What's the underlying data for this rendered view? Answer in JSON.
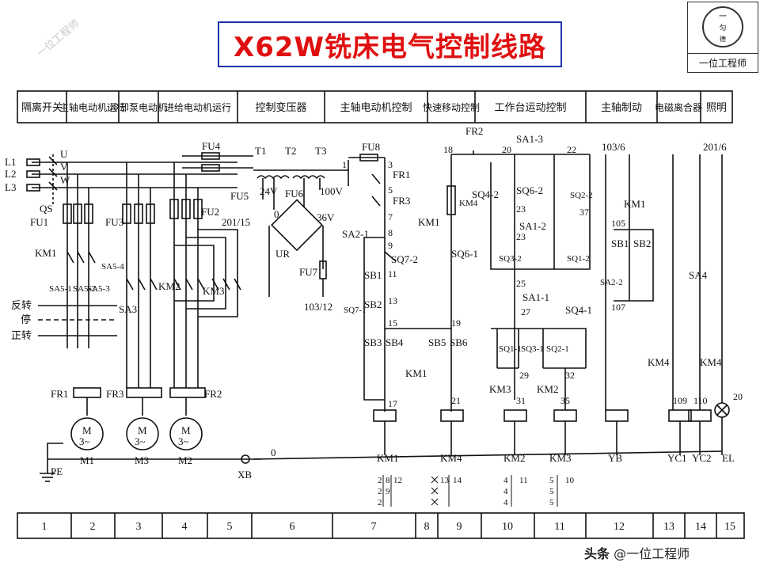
{
  "title": "X62W铣床电气控制线路",
  "logo": {
    "text": "一位工程师",
    "glyphs": [
      "一",
      "匀",
      "德"
    ]
  },
  "watermark": "一位工程师",
  "footer": {
    "prefix": "头条",
    "handle": "@一位工程师"
  },
  "header_cells": [
    "隔离开关",
    "主轴电动机运行",
    "冷却泵电动机",
    "进给电动机运行",
    "控制变压器",
    "主轴电动机控制",
    "快速移动控制",
    "工作台运动控制",
    "主轴制动",
    "电磁离合器",
    "照明"
  ],
  "footer_cells": [
    "1",
    "2",
    "3",
    "4",
    "5",
    "6",
    "7",
    "8",
    "9",
    "10",
    "11",
    "12",
    "13",
    "14",
    "15"
  ],
  "labels": {
    "L1": "L1",
    "L2": "L2",
    "L3": "L3",
    "U": "U",
    "V": "V",
    "W": "W",
    "QS": "QS",
    "FU1": "FU1",
    "FU2": "FU2",
    "FU3": "FU3",
    "FU4": "FU4",
    "FU5": "FU5",
    "FU6": "FU6",
    "FU7": "FU7",
    "FU8": "FU8",
    "T1": "T1",
    "T2": "T2",
    "T3": "T3",
    "v24": "24V",
    "v36": "36V",
    "v100": "100V",
    "UR": "UR",
    "n201_15": "201/15",
    "n103_12": "103/12",
    "n103_6": "103/6",
    "n201_6": "201/6",
    "KM1": "KM1",
    "KM2": "KM2",
    "KM3": "KM3",
    "KM4": "KM4",
    "SA5_1": "SA5-1",
    "SA5_2": "SA5-2",
    "SA5_3": "SA5-3",
    "SA5_4": "SA5-4",
    "SA3": "SA3",
    "rev": "反转",
    "stop": "停",
    "fwd": "正转",
    "FR1": "FR1",
    "FR2": "FR2",
    "FR3": "FR3",
    "M1": "M1",
    "M2": "M2",
    "M3": "M3",
    "motor": "M",
    "phase": "3~",
    "PE": "PE",
    "XB": "XB",
    "zero": "0",
    "SA2_1": "SA2-1",
    "SQ7_1": "SQ7-1",
    "SQ7_2": "SQ7-2",
    "SB1": "SB1",
    "SB2": "SB2",
    "SB3": "SB3",
    "SB4": "SB4",
    "SB5": "SB5",
    "SB6": "SB6",
    "FR1c": "FR1",
    "FR3c": "FR3",
    "SQ4_2": "SQ4-2",
    "SQ6_2": "SQ6-2",
    "SQ2_2": "SQ2-2",
    "SA1_3": "SA1-3",
    "SA1_2": "SA1-2",
    "SA1_1": "SA1-1",
    "SQ3_2": "SQ3-2",
    "SQ1_2": "SQ1-2",
    "SQ6_1": "SQ6-1",
    "SQ1_1": "SQ1-1",
    "SQ3_1": "SQ3-1",
    "SQ2_1": "SQ2-1",
    "SQ4_1": "SQ4-1",
    "FR2c": "FR2",
    "SA2_2": "SA2-2",
    "SA4": "SA4",
    "YB": "YB",
    "YC1": "YC1",
    "YC2": "YC2",
    "EL": "EL",
    "nodes": [
      "1",
      "3",
      "5",
      "7",
      "8",
      "9",
      "11",
      "13",
      "15",
      "17",
      "18",
      "19",
      "20",
      "21",
      "22",
      "23",
      "25",
      "27",
      "29",
      "31",
      "32",
      "35",
      "37",
      "105",
      "107",
      "109",
      "110",
      "20"
    ],
    "contact_table": {
      "km1": [
        "2",
        "2",
        "2",
        "8",
        "9",
        "12"
      ],
      "km4": [
        "13",
        "14"
      ],
      "km2": [
        "4",
        "4",
        "4",
        "11"
      ],
      "km3": [
        "5",
        "5",
        "5",
        "10"
      ]
    }
  }
}
